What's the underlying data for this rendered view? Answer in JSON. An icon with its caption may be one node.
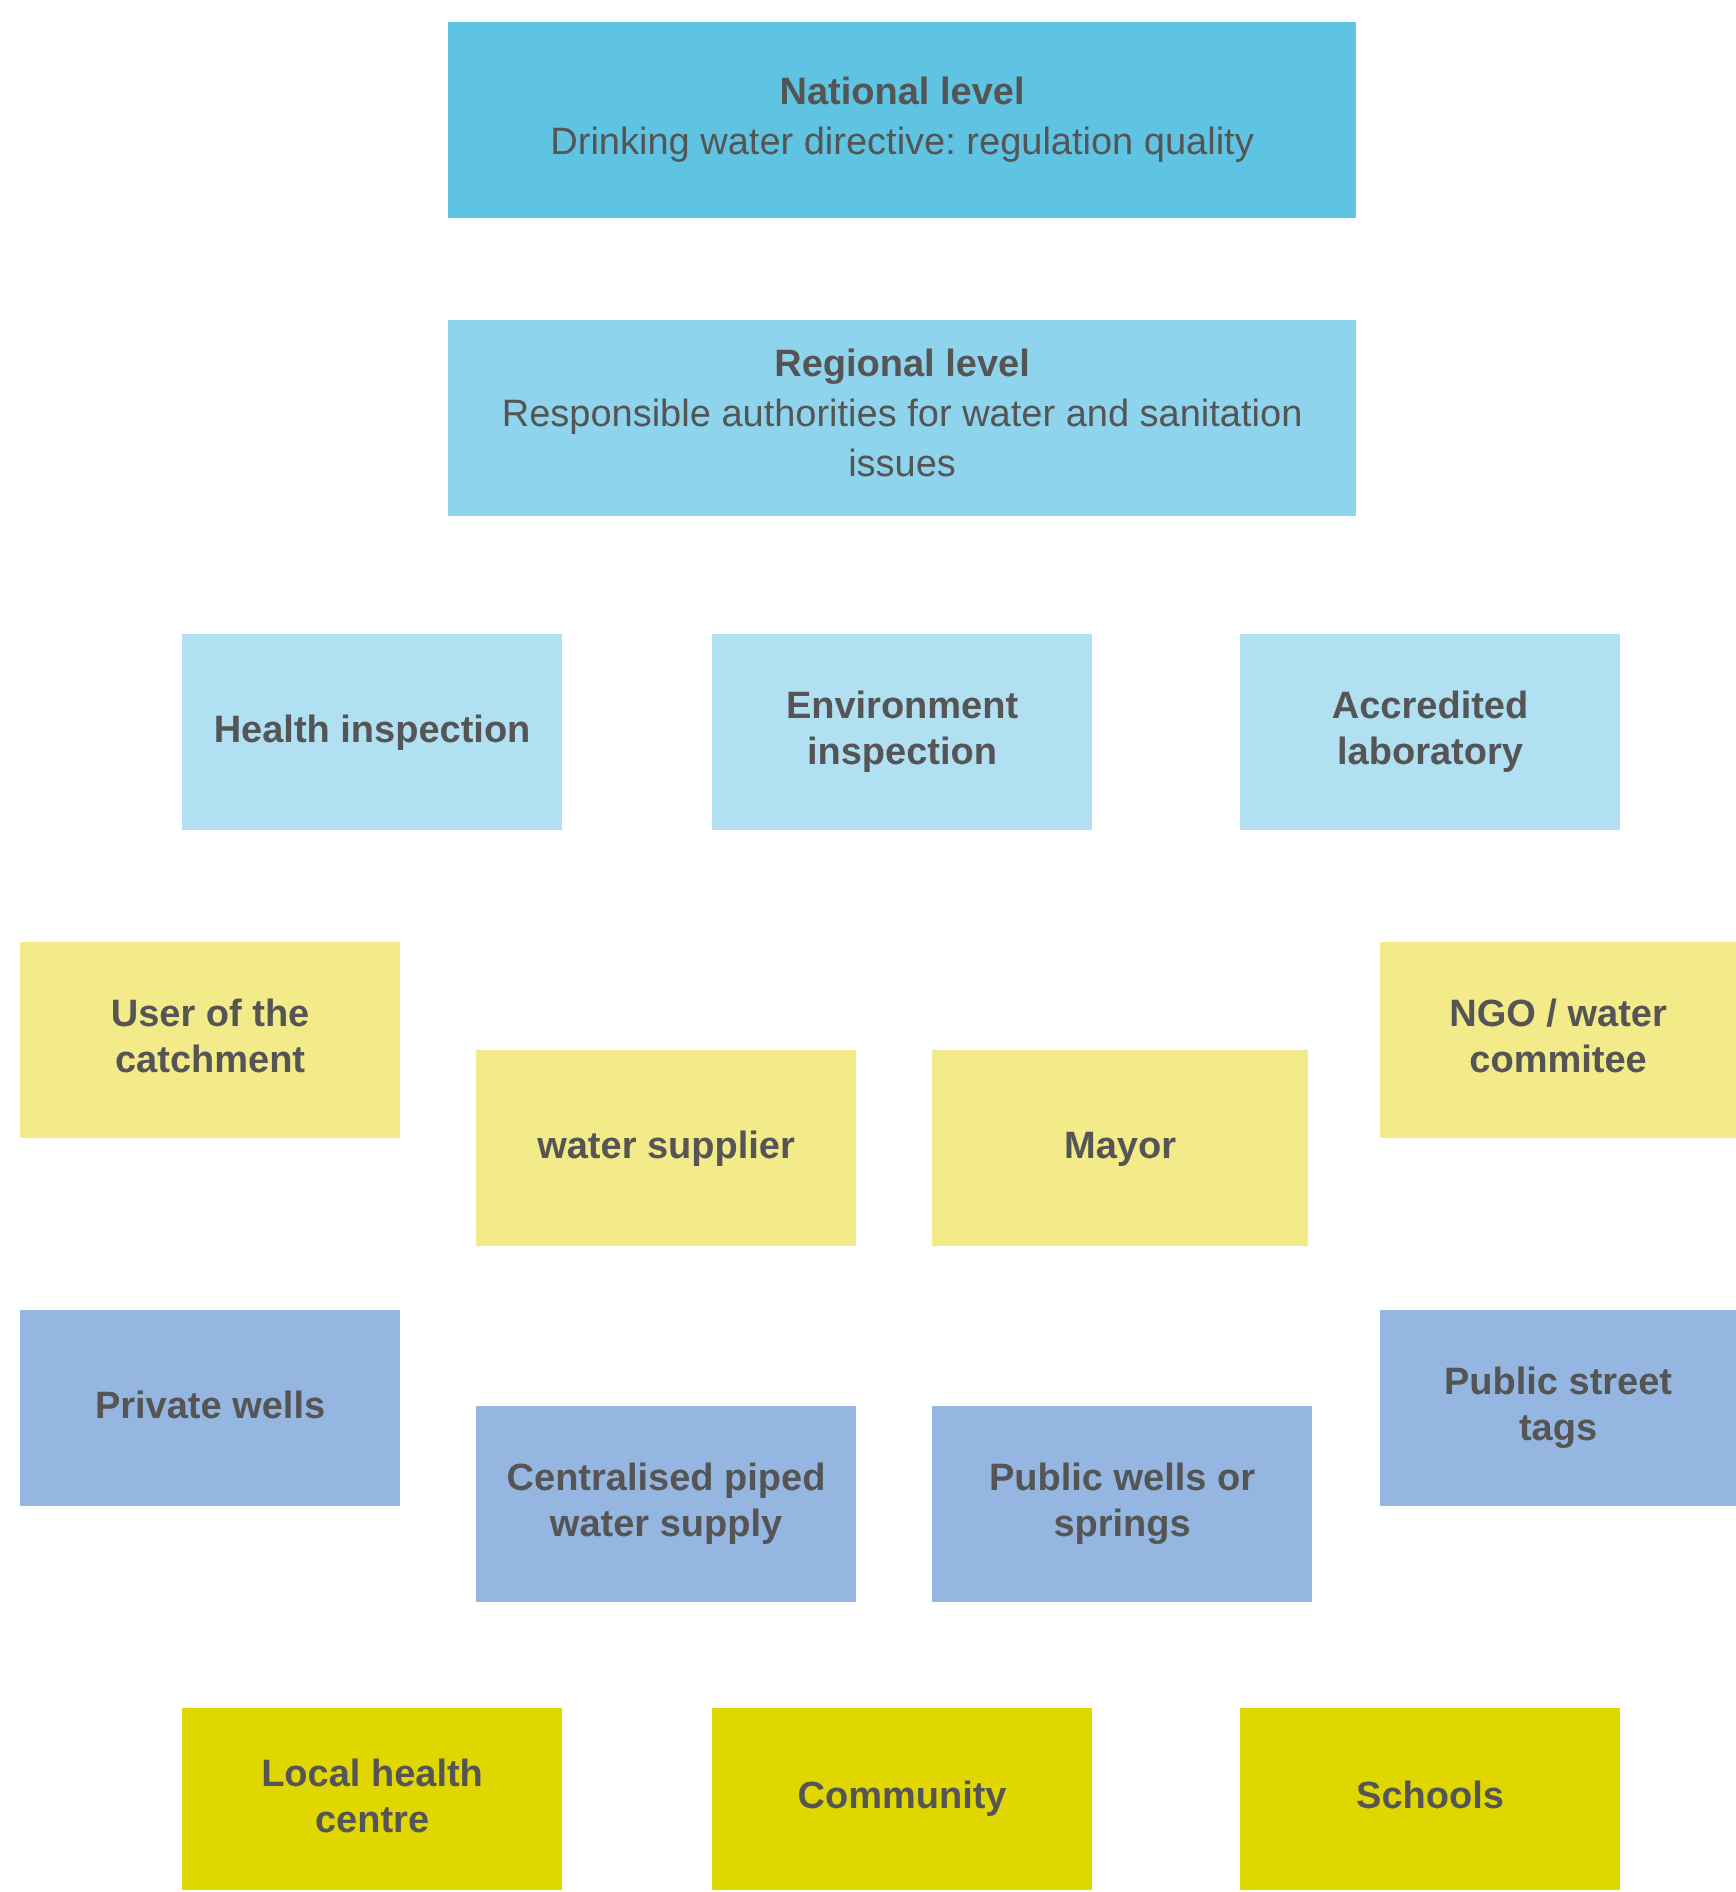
{
  "diagram": {
    "nodes": [
      {
        "text": [
          "National level",
          "Drinking water directive: regulation quality"
        ]
      },
      {
        "text": [
          "Regional level",
          "Responsible authorities for water and sanitation issues"
        ]
      },
      {
        "text": [
          "Health inspection"
        ]
      },
      {
        "text": [
          "Environment inspection"
        ]
      },
      {
        "text": [
          "Accredited laboratory"
        ]
      },
      {
        "text": [
          "User of the catchment"
        ]
      },
      {
        "text": [
          "water supplier"
        ]
      },
      {
        "text": [
          "Mayor"
        ]
      },
      {
        "text": [
          "NGO / water commitee"
        ]
      },
      {
        "text": [
          "Private wells"
        ]
      },
      {
        "text": [
          "Centralised piped water supply"
        ]
      },
      {
        "text": [
          "Public wells or springs"
        ]
      },
      {
        "text": [
          "Public street tags"
        ]
      },
      {
        "text": [
          "Local health centre"
        ]
      },
      {
        "text": [
          "Community"
        ]
      },
      {
        "text": [
          "Schools"
        ]
      }
    ]
  }
}
